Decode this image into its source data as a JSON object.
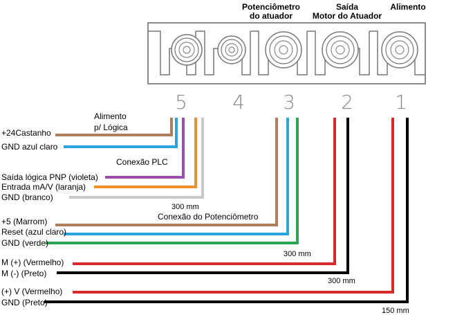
{
  "headers": {
    "potenciometro_l1": "Potenciômetro",
    "potenciometro_l2": "do atuador",
    "saida_l1": "Saída",
    "saida_l2": "Motor do Atuador",
    "alimento": "Alimento"
  },
  "terminals": [
    "5",
    "4",
    "3",
    "2",
    "1"
  ],
  "groups": {
    "alimento_logica_l1": "Alimento",
    "alimento_logica_l2": "p/ Lógica",
    "conexao_plc": "Conexão PLC",
    "conexao_potenciometro": "Conexão do Potenciômetro"
  },
  "wires": [
    {
      "label": "+24Castanho",
      "color": "#b07c5a"
    },
    {
      "label": "GND azul claro",
      "color": "#2aa6dc"
    },
    {
      "label": "Saída lógica PNP (violeta)",
      "color": "#9a4fb0"
    },
    {
      "label": "Entrada mA/V (laranja)",
      "color": "#f0902c"
    },
    {
      "label": "GND (branco)",
      "color": "#c8c8c8"
    },
    {
      "label": "+5 (Marrom)",
      "color": "#b07c5a"
    },
    {
      "label": "Reset (azul claro)",
      "color": "#2aa6dc"
    },
    {
      "label": "GND (verde)",
      "color": "#2aa650"
    },
    {
      "label": "M (+) (Vermelho)",
      "color": "#d62a2a"
    },
    {
      "label": "M (-) (Preto)",
      "color": "#000000"
    },
    {
      "label": "(+) V (Vermelho)",
      "color": "#d62a2a"
    },
    {
      "label": "GND (Preto)",
      "color": "#000000"
    }
  ],
  "lengths": {
    "plc": "300 mm",
    "pot": "300 mm",
    "motor": "300 mm",
    "power": "150 mm"
  }
}
